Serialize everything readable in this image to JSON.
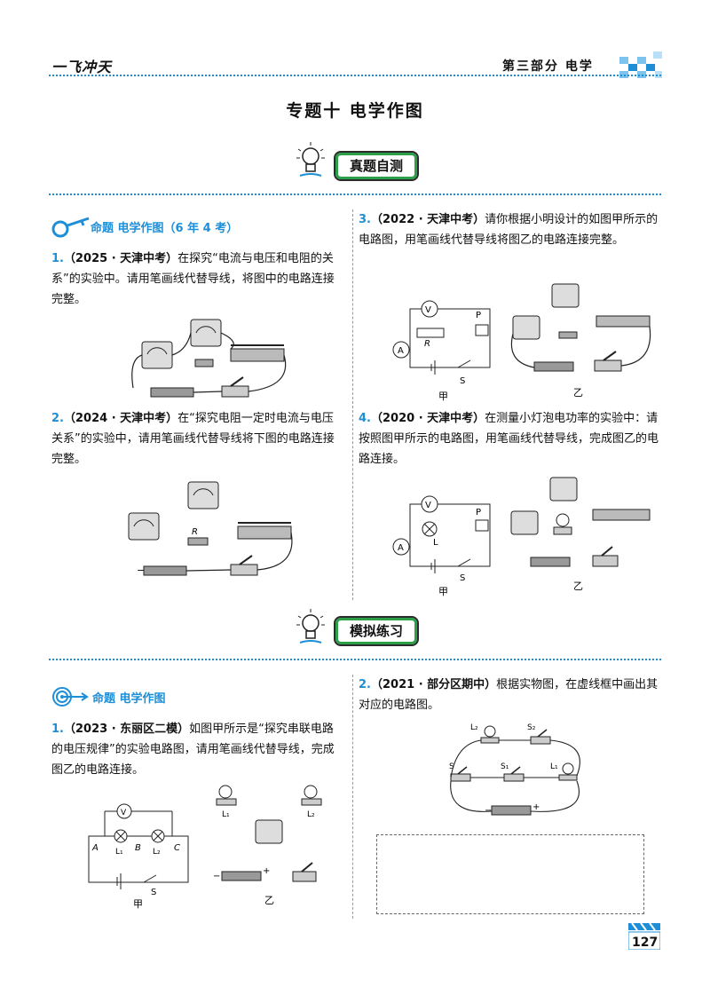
{
  "header": {
    "brand": "一飞冲天",
    "part": "第三部分  电学"
  },
  "page_title": "专题十   电学作图",
  "sections": {
    "real_test": "真题自测",
    "simulation": "模拟练习"
  },
  "topics": {
    "topic1": "命题  电学作图（6 年 4 考）",
    "topic2": "命题  电学作图"
  },
  "questions": {
    "q1": {
      "num": "1.",
      "source": "（2025 · 天津中考）",
      "text": "在探究“电流与电压和电阻的关系”的实验中。请用笔画线代替导线，将图中的电路连接完整。"
    },
    "q2": {
      "num": "2.",
      "source": "（2024 · 天津中考）",
      "text": "在“探究电阻一定时电流与电压关系”的实验中，请用笔画线代替导线将下图的电路连接完整。"
    },
    "q3": {
      "num": "3.",
      "source": "（2022 · 天津中考）",
      "text": "请你根据小明设计的如图甲所示的电路图，用笔画线代替导线将图乙的电路连接完整。"
    },
    "q4": {
      "num": "4.",
      "source": "（2020 · 天津中考）",
      "text": "在测量小灯泡电功率的实验中：请按照图甲所示的电路图，用笔画线代替导线，完成图乙的电路连接。"
    },
    "s1": {
      "num": "1.",
      "source": "（2023 · 东丽区二模）",
      "text": "如图甲所示是“探究串联电路的电压规律”的实验电路图，请用笔画线代替导线，完成图乙的电路连接。"
    },
    "s2": {
      "num": "2.",
      "source": "（2021 · 部分区期中）",
      "text": "根据实物图，在虚线框中画出其对应的电路图。"
    }
  },
  "figure_labels": {
    "jia": "甲",
    "yi": "乙",
    "V": "V",
    "A": "A",
    "R": "R",
    "P": "P",
    "S": "S",
    "L": "L",
    "L1": "L₁",
    "L2": "L₂",
    "S1": "S₁",
    "S2": "S₂",
    "ptA": "A",
    "ptB": "B",
    "ptC": "C",
    "plus": "+",
    "minus": "−"
  },
  "page_number": "127",
  "colors": {
    "accent": "#1e8fd6",
    "badge_green": "#2b9f4a"
  }
}
